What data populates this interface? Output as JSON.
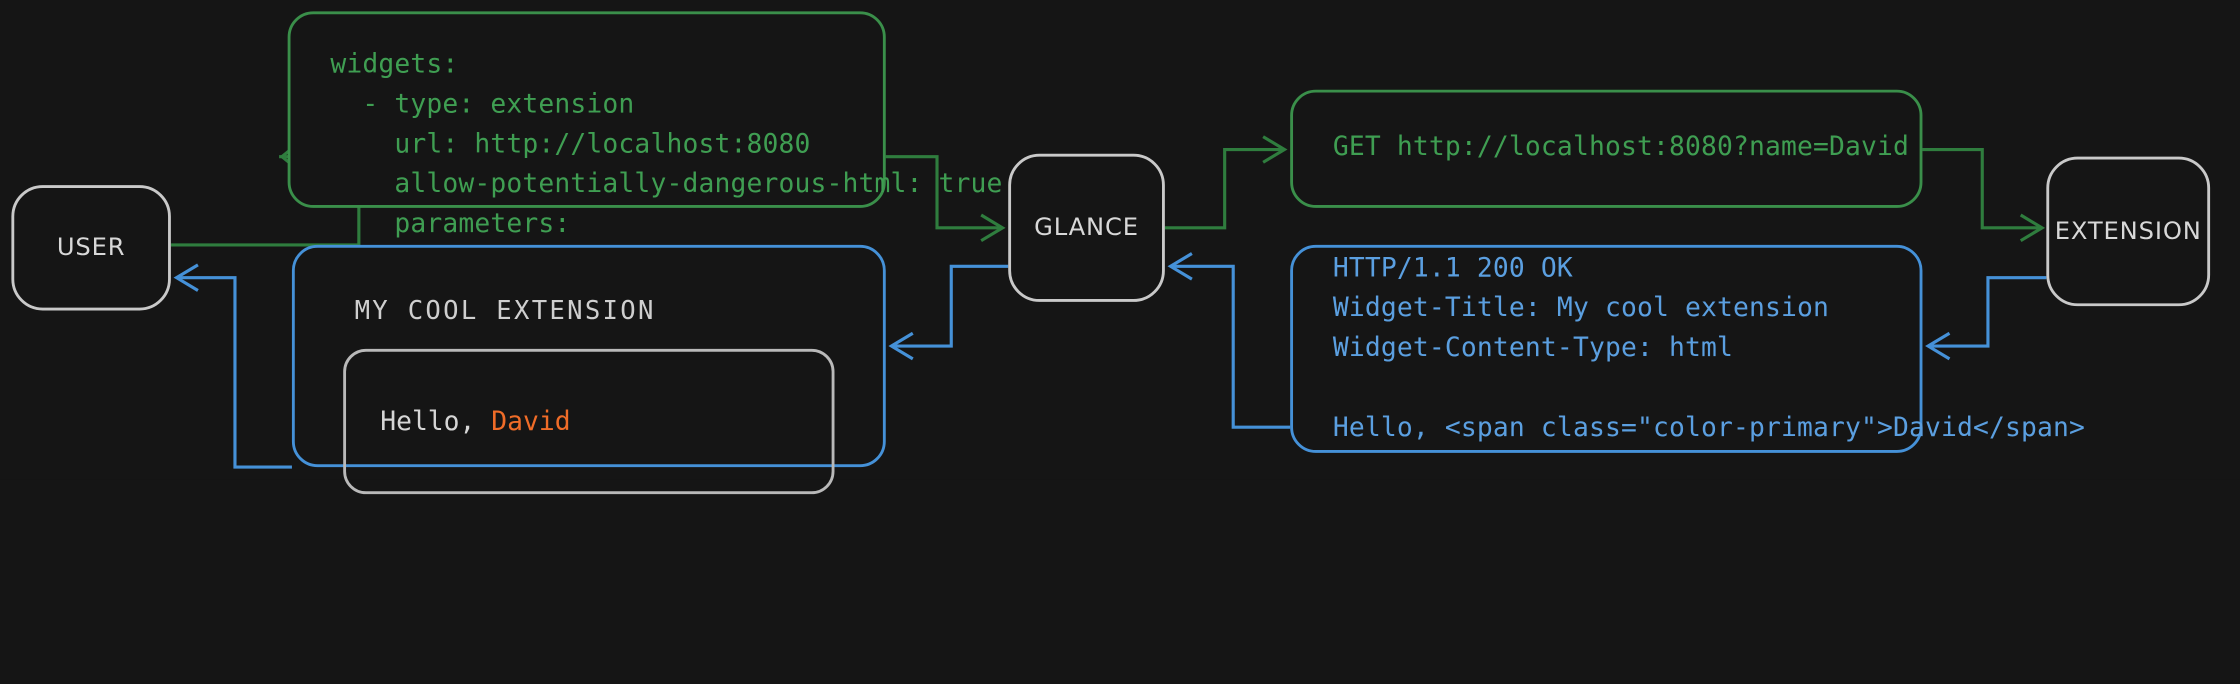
{
  "theme": {
    "background": "#151515",
    "green": "#3f9e52",
    "green_border": "#3a8f4a",
    "blue": "#5b9fe0",
    "blue_border": "#4591d8",
    "white": "#d8d8d8",
    "gray_border": "#c9c9c9",
    "accent_orange": "#ef6c28"
  },
  "nodes": {
    "user": {
      "label": "USER"
    },
    "glance": {
      "label": "GLANCE"
    },
    "extension": {
      "label": "EXTENSION"
    }
  },
  "config_box": {
    "code": "widgets:\n  - type: extension\n    url: http://localhost:8080\n    allow-potentially-dangerous-html: true\n    parameters:\n      name: David"
  },
  "request_box": {
    "code": "GET http://localhost:8080?name=David"
  },
  "response_box": {
    "code": "HTTP/1.1 200 OK\nWidget-Title: My cool extension\nWidget-Content-Type: html\n\nHello, <span class=\"color-primary\">David</span>"
  },
  "widget_preview": {
    "title": "MY COOL EXTENSION",
    "greeting_prefix": "Hello, ",
    "greeting_name": "David"
  }
}
